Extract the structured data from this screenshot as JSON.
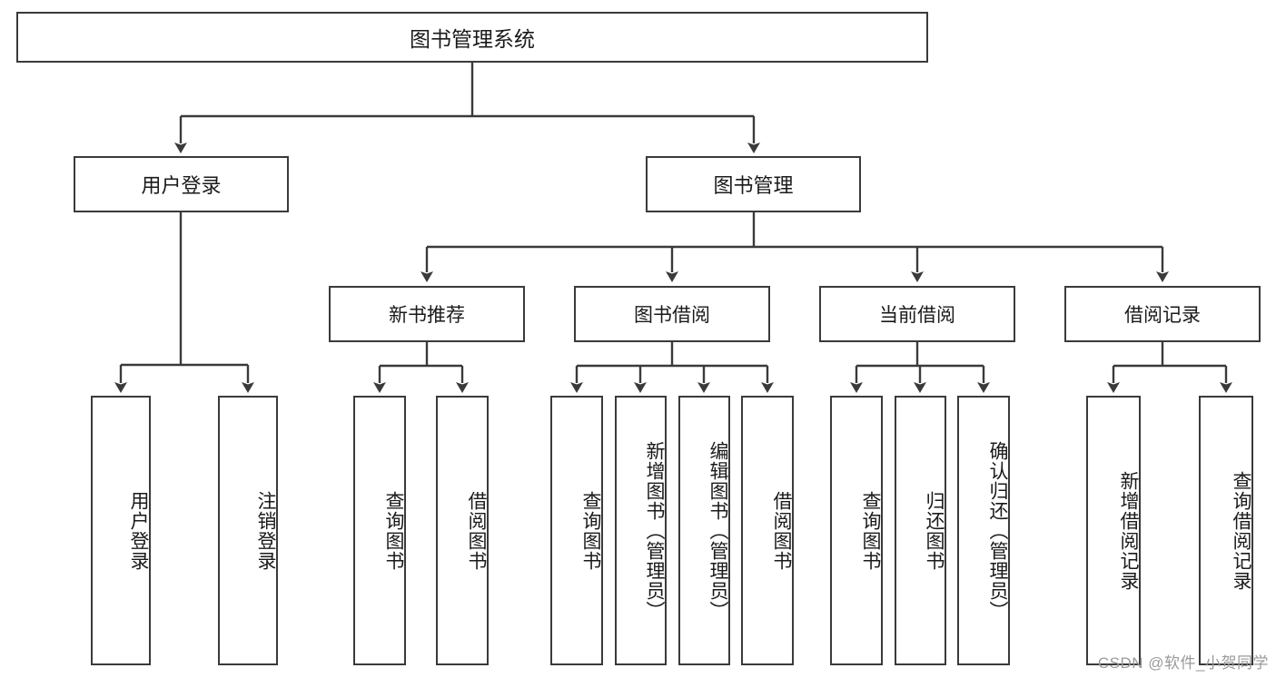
{
  "diagram": {
    "title": "图书管理系统",
    "type": "tree-hierarchy",
    "orientation": "top-down",
    "line_color": "#3a3a3a",
    "box_fill": "#ffffff",
    "text_color": "#1a1a1a"
  },
  "nodes": {
    "root": {
      "label": "图书管理系统"
    },
    "level2": [
      {
        "id": "user-login",
        "label": "用户登录"
      },
      {
        "id": "book-management",
        "label": "图书管理"
      }
    ],
    "level3": [
      {
        "id": "new-book-recommend",
        "label": "新书推荐"
      },
      {
        "id": "book-borrow",
        "label": "图书借阅"
      },
      {
        "id": "current-borrow",
        "label": "当前借阅"
      },
      {
        "id": "borrow-record",
        "label": "借阅记录"
      }
    ],
    "leaves": [
      {
        "id": "leaf-user-login",
        "label": "用户登录",
        "parent": "user-login"
      },
      {
        "id": "leaf-logout-login",
        "label": "注销登录",
        "parent": "user-login"
      },
      {
        "id": "leaf-query-book-1",
        "label": "查询图书",
        "parent": "new-book-recommend"
      },
      {
        "id": "leaf-borrow-book-1",
        "label": "借阅图书",
        "parent": "new-book-recommend"
      },
      {
        "id": "leaf-query-book-2",
        "label": "查询图书",
        "parent": "book-borrow"
      },
      {
        "id": "leaf-add-book",
        "label": "新增图书（管理员）",
        "parent": "book-borrow"
      },
      {
        "id": "leaf-edit-book",
        "label": "编辑图书（管理员）",
        "parent": "book-borrow"
      },
      {
        "id": "leaf-borrow-book-2",
        "label": "借阅图书",
        "parent": "book-borrow"
      },
      {
        "id": "leaf-query-book-3",
        "label": "查询图书",
        "parent": "current-borrow"
      },
      {
        "id": "leaf-return-book",
        "label": "归还图书",
        "parent": "current-borrow"
      },
      {
        "id": "leaf-confirm-return",
        "label": "确认归还（管理员）",
        "parent": "current-borrow"
      },
      {
        "id": "leaf-add-record",
        "label": "新增借阅记录",
        "parent": "borrow-record"
      },
      {
        "id": "leaf-query-record",
        "label": "查询借阅记录",
        "parent": "borrow-record"
      }
    ]
  },
  "watermark": {
    "text": "CSDN @软件_小贺同学"
  }
}
